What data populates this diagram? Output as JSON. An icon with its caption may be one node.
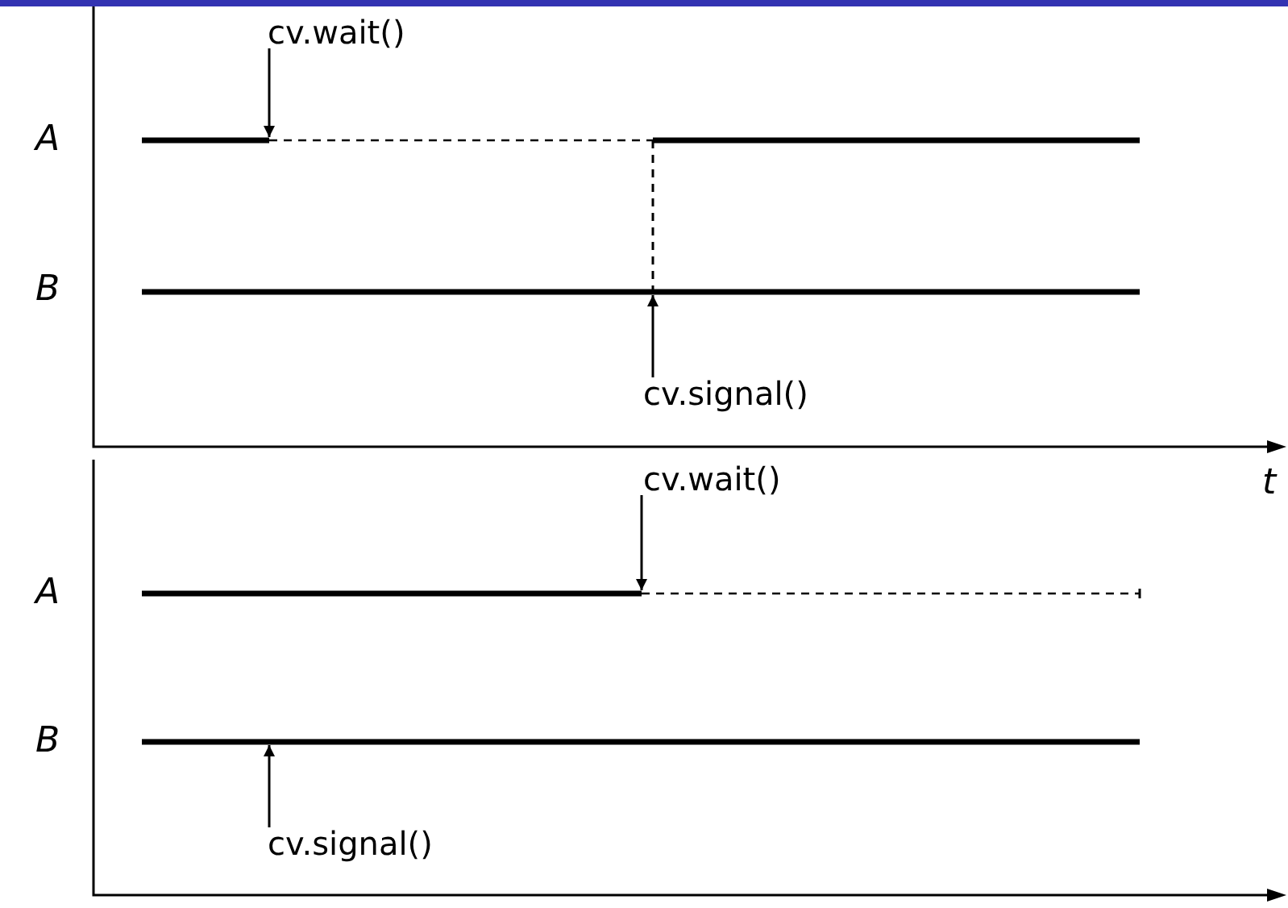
{
  "diagram": {
    "nodes": [
      {
        "text": [
          "cv.wait()"
        ]
      },
      {
        "text": [
          "cv.signal()"
        ]
      },
      {
        "text": [
          "cv.wait()"
        ]
      },
      {
        "text": [
          "cv.signal()"
        ]
      }
    ],
    "edges": [
      {
        "from": 0,
        "to": null,
        "arrow": "to"
      },
      {
        "from": 1,
        "to": null,
        "arrow": "to"
      },
      {
        "from": 2,
        "to": null,
        "arrow": "to"
      },
      {
        "from": 3,
        "to": null,
        "arrow": "to"
      }
    ],
    "labels": [
      "A",
      "B",
      "t",
      "A",
      "B"
    ]
  }
}
